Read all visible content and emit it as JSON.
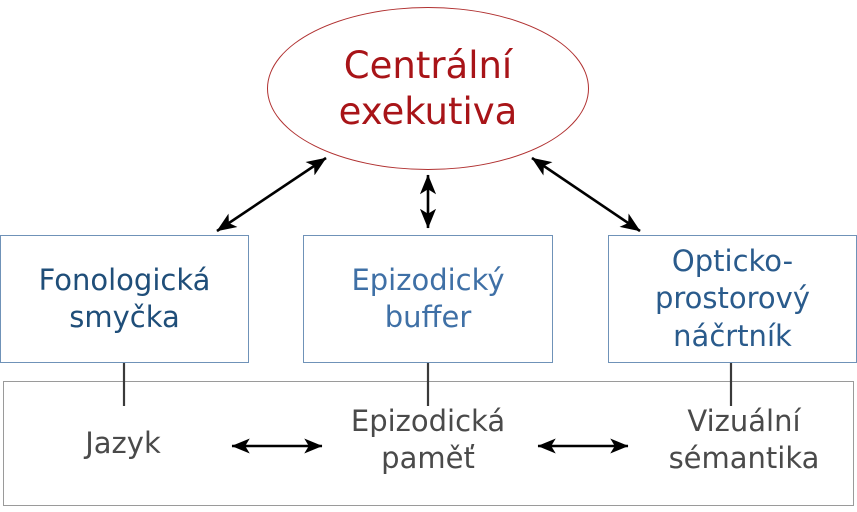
{
  "diagram": {
    "title_visible": false,
    "background": "#ffffff",
    "central": {
      "label": "Centrální\nexekutiva",
      "line1": "Centrální",
      "line2": "exekutiva",
      "shape": "ellipse",
      "text_color": "#A81418",
      "border_color": "#B03030"
    },
    "components": [
      {
        "id": "phonological-loop",
        "label": "Fonologická\nsmyčka",
        "line1": "Fonologická",
        "line2": "smyčka",
        "text_color": "#1F4E79",
        "border_color": "#6F92B8"
      },
      {
        "id": "episodic-buffer",
        "label": "Epizodický\nbuffer",
        "line1": "Epizodický",
        "line2": "buffer",
        "text_color": "#3F70A6",
        "border_color": "#6F92B8"
      },
      {
        "id": "visuospatial-sketchpad",
        "label": "Opticko-\nprostorový\nnáčrtník",
        "line1": "Opticko-",
        "line2": "prostorový",
        "line3": "náčrtník",
        "text_color": "#2A5B8C",
        "border_color": "#6F92B8"
      }
    ],
    "long_term_memory": {
      "border_color": "#9A9A9A",
      "text_color": "#4A4A4A",
      "items": [
        {
          "id": "language",
          "label": "Jazyk",
          "line1": "Jazyk",
          "line2": ""
        },
        {
          "id": "episodic-memory",
          "label": "Epizodická\npaměť",
          "line1": "Epizodická",
          "line2": "paměť"
        },
        {
          "id": "visual-semantics",
          "label": "Vizuální\nsémantika",
          "line1": "Vizuální",
          "line2": "sémantika"
        }
      ]
    },
    "connectors": [
      {
        "id": "central-to-phonological",
        "type": "double-arrow",
        "orientation": "diagonal-left"
      },
      {
        "id": "central-to-buffer",
        "type": "double-arrow",
        "orientation": "vertical"
      },
      {
        "id": "central-to-visuospatial",
        "type": "double-arrow",
        "orientation": "diagonal-right"
      },
      {
        "id": "language-to-episodic-memory",
        "type": "double-arrow",
        "orientation": "horizontal"
      },
      {
        "id": "episodic-memory-to-visual-semantics",
        "type": "double-arrow",
        "orientation": "horizontal"
      },
      {
        "id": "phonological-to-ltm",
        "type": "line",
        "orientation": "vertical"
      },
      {
        "id": "buffer-to-ltm",
        "type": "line",
        "orientation": "vertical"
      },
      {
        "id": "visuospatial-to-ltm",
        "type": "line",
        "orientation": "vertical"
      }
    ],
    "arrow_color": "#000000",
    "connector_line_color": "#333333"
  }
}
